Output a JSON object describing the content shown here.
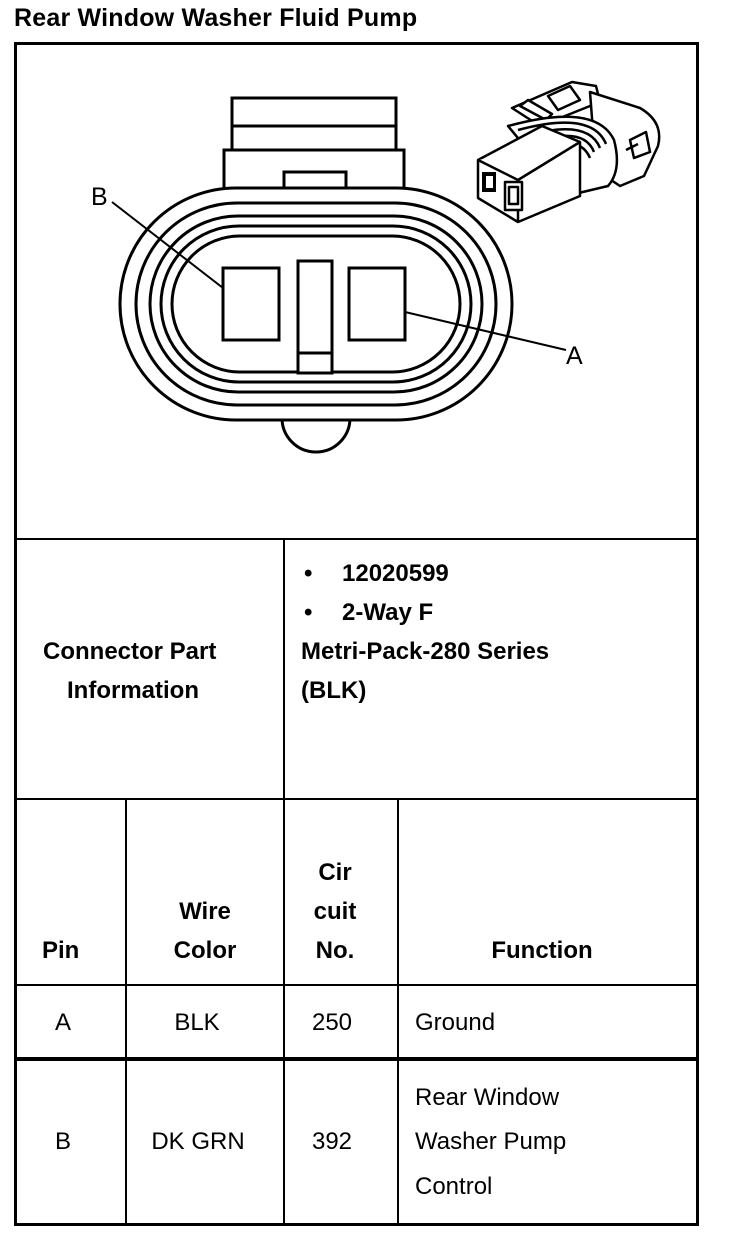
{
  "title": "Rear Window Washer Fluid Pump",
  "diagram": {
    "pin_label_b": "B",
    "pin_label_a": "A"
  },
  "connector_info": {
    "label_line1": "Connector Part",
    "label_line2": "Information",
    "bullets": [
      "12020599",
      "2-Way F"
    ],
    "series_line1": "Metri-Pack-280 Series",
    "series_line2": "(BLK)"
  },
  "pin_table": {
    "headers": {
      "pin": "Pin",
      "wire_color_line1": "Wire",
      "wire_color_line2": "Color",
      "circuit_line1": "Cir",
      "circuit_line2": "cuit",
      "circuit_line3": "No.",
      "function": "Function"
    },
    "rows": [
      {
        "pin": "A",
        "wire_color": "BLK",
        "circuit": "250",
        "function_lines": [
          "Ground"
        ]
      },
      {
        "pin": "B",
        "wire_color": "DK GRN",
        "circuit": "392",
        "function_lines": [
          "Rear Window",
          "Washer Pump",
          "Control"
        ]
      }
    ]
  }
}
